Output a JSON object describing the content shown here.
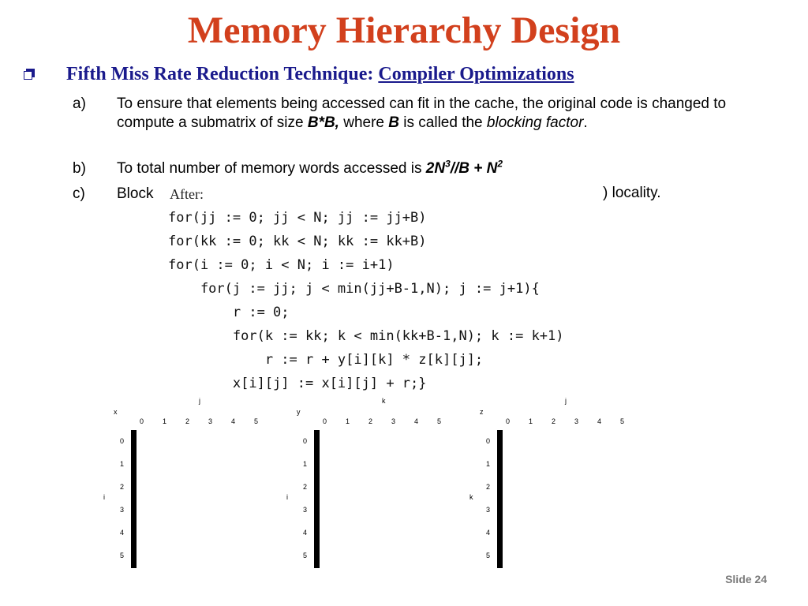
{
  "title": "Memory Hierarchy Design",
  "heading": {
    "prefix": "Fifth Miss Rate Reduction Technique:",
    "underlined": "Compiler Optimizations"
  },
  "items": {
    "a": {
      "label": "a)",
      "t1": "To ensure that elements being accessed can fit in the cache, the original code is changed to compute a submatrix of size ",
      "t2": "B*B,",
      "t3": " where ",
      "t4": "B",
      "t5": " is called the ",
      "t6": "blocking factor",
      "t7": "."
    },
    "b": {
      "label": "b)",
      "t1": "To total number of memory words accessed is ",
      "t2": "2N",
      "sup1": "3",
      "t3": "/",
      "t4": "/B + N",
      "sup2": "2"
    },
    "c": {
      "label": "c)",
      "t1": "Block",
      "tail": ") locality."
    }
  },
  "code": {
    "label": "After:",
    "lines": [
      "for(jj := 0; jj < N; jj := jj+B)",
      "for(kk := 0; kk < N; kk := kk+B)",
      "for(i := 0; i < N; i := i+1)",
      "    for(j := jj; j < min(jj+B-1,N); j := j+1){",
      "        r := 0;",
      "        for(k := kk; k < min(kk+B-1,N); k := k+1)",
      "            r := r + y[i][k] * z[k][j];",
      "        x[i][j] := x[i][j] + r;}"
    ]
  },
  "matrices": [
    {
      "name": "x",
      "col_axis": "j",
      "row_axis": "i",
      "shading": [
        [
          1,
          1,
          1,
          0,
          0,
          0
        ],
        [
          2,
          2,
          2,
          0,
          0,
          0
        ],
        [
          0,
          0,
          0,
          0,
          0,
          0
        ],
        [
          0,
          0,
          0,
          0,
          0,
          0
        ],
        [
          0,
          0,
          0,
          0,
          0,
          0
        ],
        [
          0,
          0,
          0,
          0,
          0,
          0
        ]
      ]
    },
    {
      "name": "y",
      "col_axis": "k",
      "row_axis": "i",
      "shading": [
        [
          1,
          1,
          1,
          0,
          0,
          0
        ],
        [
          2,
          2,
          2,
          0,
          0,
          0
        ],
        [
          0,
          0,
          0,
          0,
          0,
          0
        ],
        [
          0,
          0,
          0,
          0,
          0,
          0
        ],
        [
          0,
          0,
          0,
          0,
          0,
          0
        ],
        [
          0,
          0,
          0,
          0,
          0,
          0
        ]
      ]
    },
    {
      "name": "z",
      "col_axis": "j",
      "row_axis": "k",
      "shading": [
        [
          1,
          2,
          2,
          0,
          0,
          0
        ],
        [
          1,
          2,
          2,
          0,
          0,
          0
        ],
        [
          1,
          2,
          2,
          0,
          0,
          0
        ],
        [
          0,
          0,
          0,
          0,
          0,
          0
        ],
        [
          0,
          0,
          0,
          0,
          0,
          0
        ],
        [
          0,
          0,
          0,
          0,
          0,
          0
        ]
      ]
    }
  ],
  "indices": [
    "0",
    "1",
    "2",
    "3",
    "4",
    "5"
  ],
  "colors": {
    "title": "#d2401d",
    "heading": "#1a1a8c",
    "light": "#d9d9d9",
    "dark": "#999999"
  },
  "footer": {
    "slide": "Slide 24"
  }
}
